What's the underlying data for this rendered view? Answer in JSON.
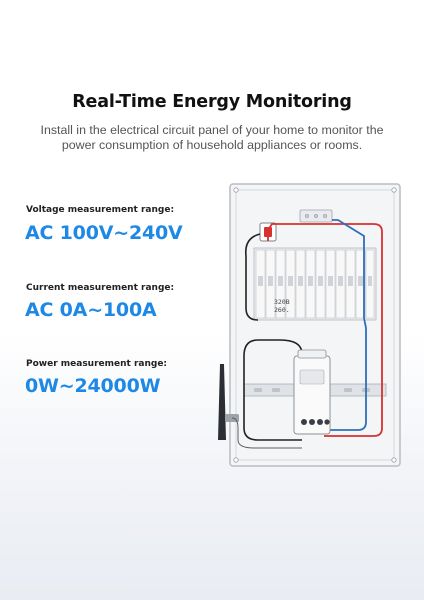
{
  "header": {
    "title": "Real-Time Energy Monitoring",
    "subtitle_line1": "Install in the electrical circuit panel of your home to monitor the",
    "subtitle_line2": "power consumption of household appliances or rooms."
  },
  "specs": [
    {
      "label": "Voltage measurement range:",
      "value": "AC 100V~240V"
    },
    {
      "label": "Current measurement range:",
      "value": "AC 0A~100A"
    },
    {
      "label": "Power measurement range:",
      "value": "0W~24000W"
    }
  ],
  "illustration": {
    "meter_reading_line1": "320B",
    "meter_reading_line2": "260."
  },
  "colors": {
    "accent": "#1e88e5",
    "wire_red": "#d93030",
    "wire_blue": "#2f6fb8",
    "wire_black": "#222222",
    "panel_bg": "#f4f5f7"
  }
}
